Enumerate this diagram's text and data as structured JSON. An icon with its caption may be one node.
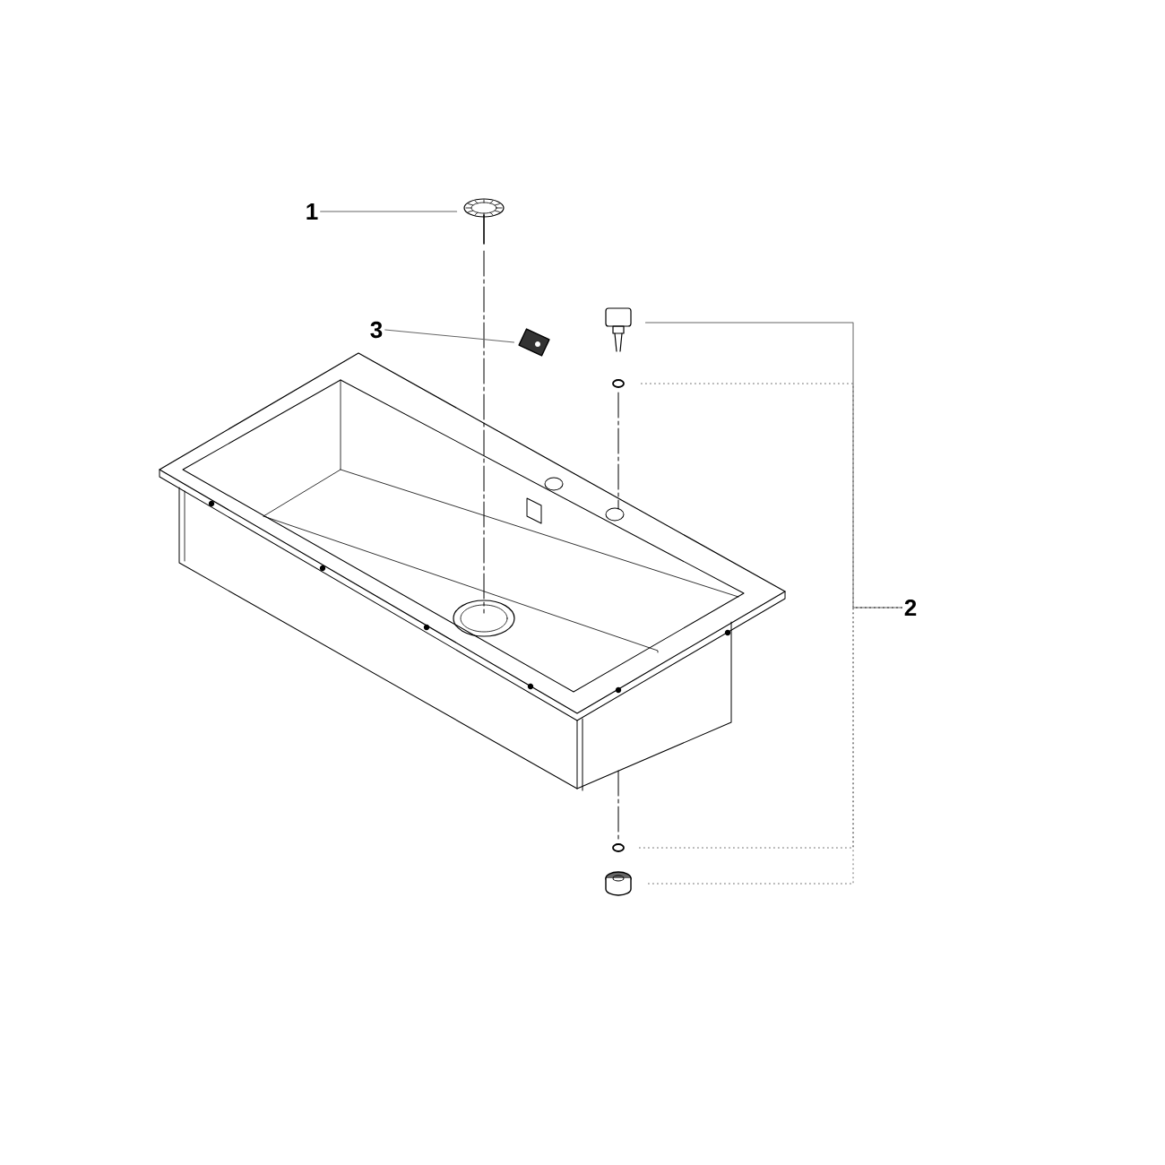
{
  "diagram": {
    "nodes": [
      {
        "text": [
          "1"
        ]
      },
      {
        "text": [],
        "shape": "picture"
      },
      {
        "text": [
          "3"
        ]
      },
      {
        "text": [],
        "shape": "picture"
      },
      {
        "text": [
          "2"
        ]
      },
      {
        "text": [],
        "shape": "picture"
      },
      {
        "text": [],
        "shape": "circle"
      },
      {
        "text": [],
        "shape": "circle"
      },
      {
        "text": [],
        "shape": "cylinder"
      }
    ],
    "edges": [
      {
        "from": 0,
        "to": 1,
        "arrow": "none"
      },
      {
        "from": 2,
        "to": 3,
        "arrow": "none"
      },
      {
        "from": 4,
        "to": 5,
        "arrow": "none"
      },
      {
        "from": 4,
        "to": 6,
        "arrow": "none",
        "style": "dashed"
      },
      {
        "from": 4,
        "to": 7,
        "arrow": "none",
        "style": "dashed"
      },
      {
        "from": 4,
        "to": 8,
        "arrow": "none",
        "style": "dashed"
      }
    ]
  }
}
